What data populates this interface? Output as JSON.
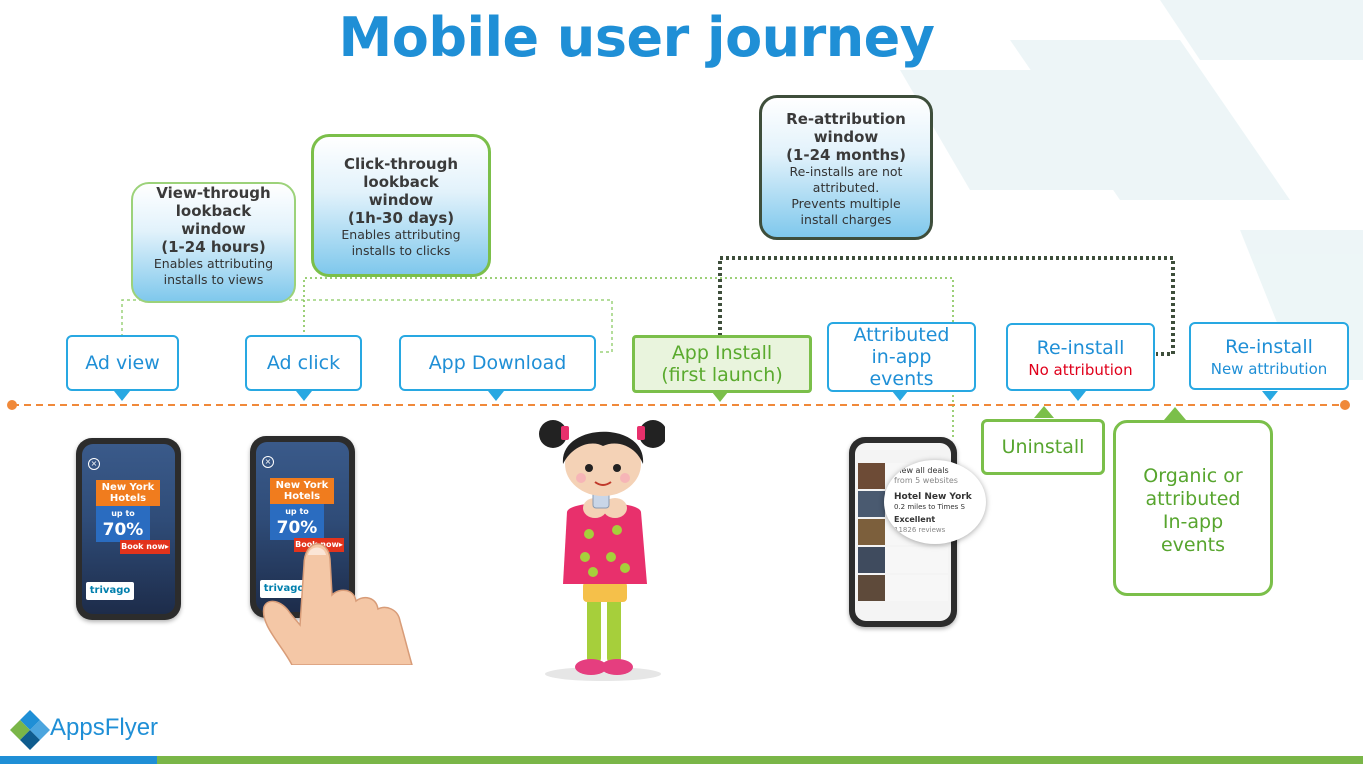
{
  "title": "Mobile user journey",
  "windows": {
    "view_through": {
      "heading": [
        "View-through",
        "lookback",
        "window",
        "(1-24 hours)"
      ],
      "desc": [
        "Enables attributing",
        "installs to views"
      ]
    },
    "click_through": {
      "heading": [
        "Click-through",
        "lookback",
        "window",
        "(1h-30 days)"
      ],
      "desc": [
        "Enables attributing",
        "installs to clicks"
      ]
    },
    "re_attribution": {
      "heading": [
        "Re-attribution",
        "window",
        "(1-24 months)"
      ],
      "desc": [
        "Re-installs are not",
        "attributed.",
        "Prevents multiple",
        "install charges"
      ]
    }
  },
  "stages": {
    "ad_view": "Ad view",
    "ad_click": "Ad click",
    "app_download": "App Download",
    "app_install": [
      "App Install",
      "(first launch)"
    ],
    "attributed_events": [
      "Attributed",
      "in-app",
      "events"
    ],
    "reinstall_no": {
      "label": "Re-install",
      "sub": "No attribution"
    },
    "reinstall_new": {
      "label": "Re-install",
      "sub": "New attribution"
    }
  },
  "events": {
    "uninstall": "Uninstall",
    "organic": [
      "Organic or",
      "attributed",
      "In-app",
      "events"
    ]
  },
  "ad": {
    "hotel_line1": "New York",
    "hotel_line2": "Hotels",
    "up_to": "up to",
    "discount": "70%",
    "cta": "Book now▸",
    "brand": "trivago"
  },
  "app_screen": {
    "deals": "View all deals",
    "from": "from 5 websites",
    "hotel": "Hotel New York",
    "distance": "0.2 miles to Times S",
    "rating": "Excellent",
    "reviews": "11826 reviews"
  },
  "logo": "AppsFlyer",
  "colors": {
    "title_blue": "#1f8fd6",
    "stage_border": "#28a8e2",
    "green": "#7bbf4a",
    "timeline_orange": "#f0893a",
    "no_attribution_red": "#e0001b"
  }
}
